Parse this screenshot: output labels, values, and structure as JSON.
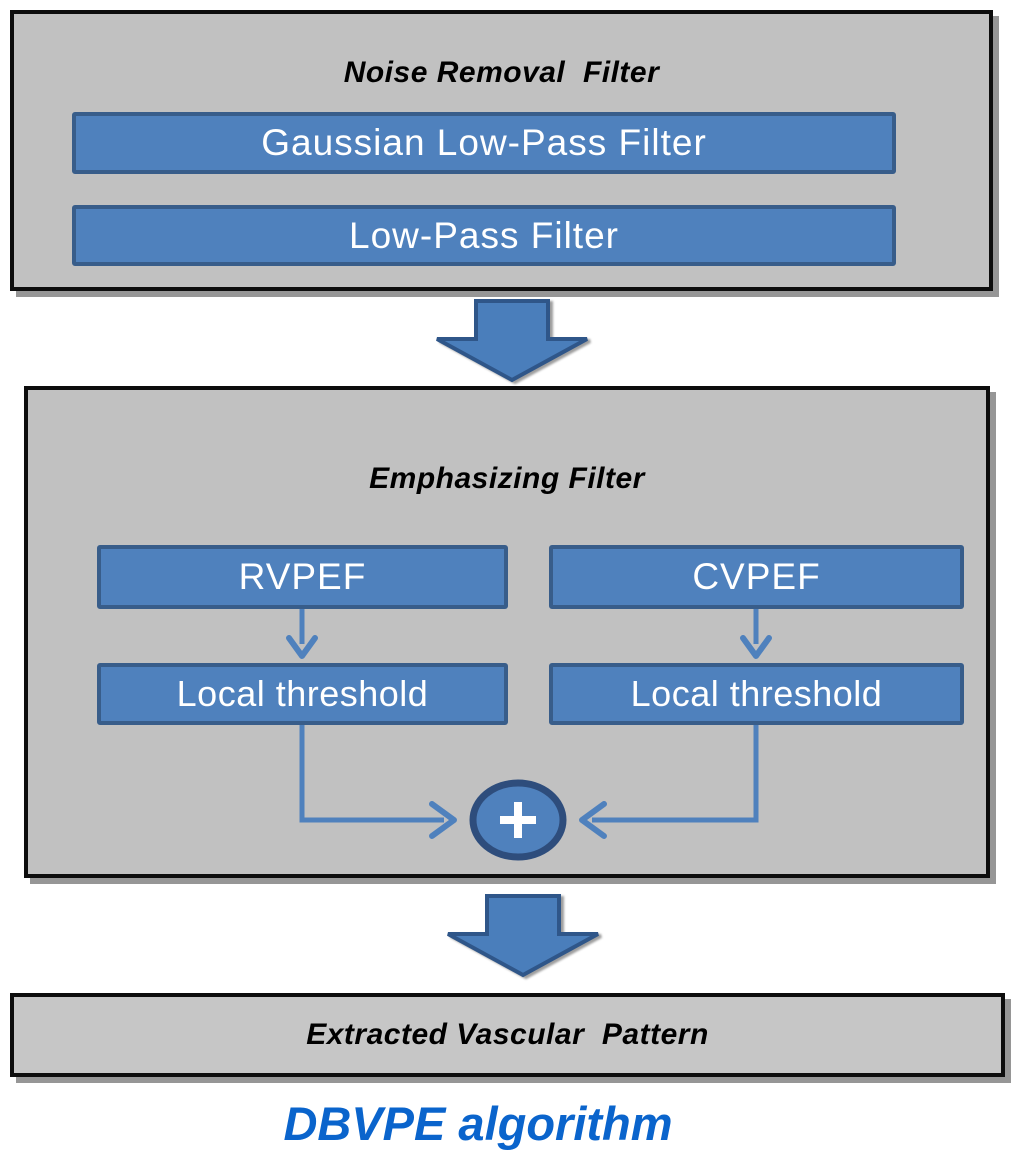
{
  "colors": {
    "box_bg": "#c1c1c1",
    "box_border": "#0d0d0d",
    "shadow": "#969696",
    "button_fill": "#4f81bd",
    "button_border": "#385d8a",
    "button_text": "#ffffff",
    "connector": "#4f81bd",
    "circle_border": "#2e4d7c",
    "arrow_fill": "#4a7ebb",
    "arrow_border": "#2f5689",
    "caption_color": "#0a64cc"
  },
  "noise_removal": {
    "title": "Noise Removal  Filter",
    "buttons": [
      {
        "label": "Gaussian Low-Pass Filter"
      },
      {
        "label": "Low-Pass Filter"
      }
    ]
  },
  "emphasizing": {
    "title": "Emphasizing Filter",
    "left_branch": {
      "top": "RVPEF",
      "bottom": "Local threshold"
    },
    "right_branch": {
      "top": "CVPEF",
      "bottom": "Local threshold"
    },
    "combine_symbol": "+"
  },
  "output_box": {
    "title": "Extracted Vascular  Pattern"
  },
  "caption": "DBVPE algorithm"
}
